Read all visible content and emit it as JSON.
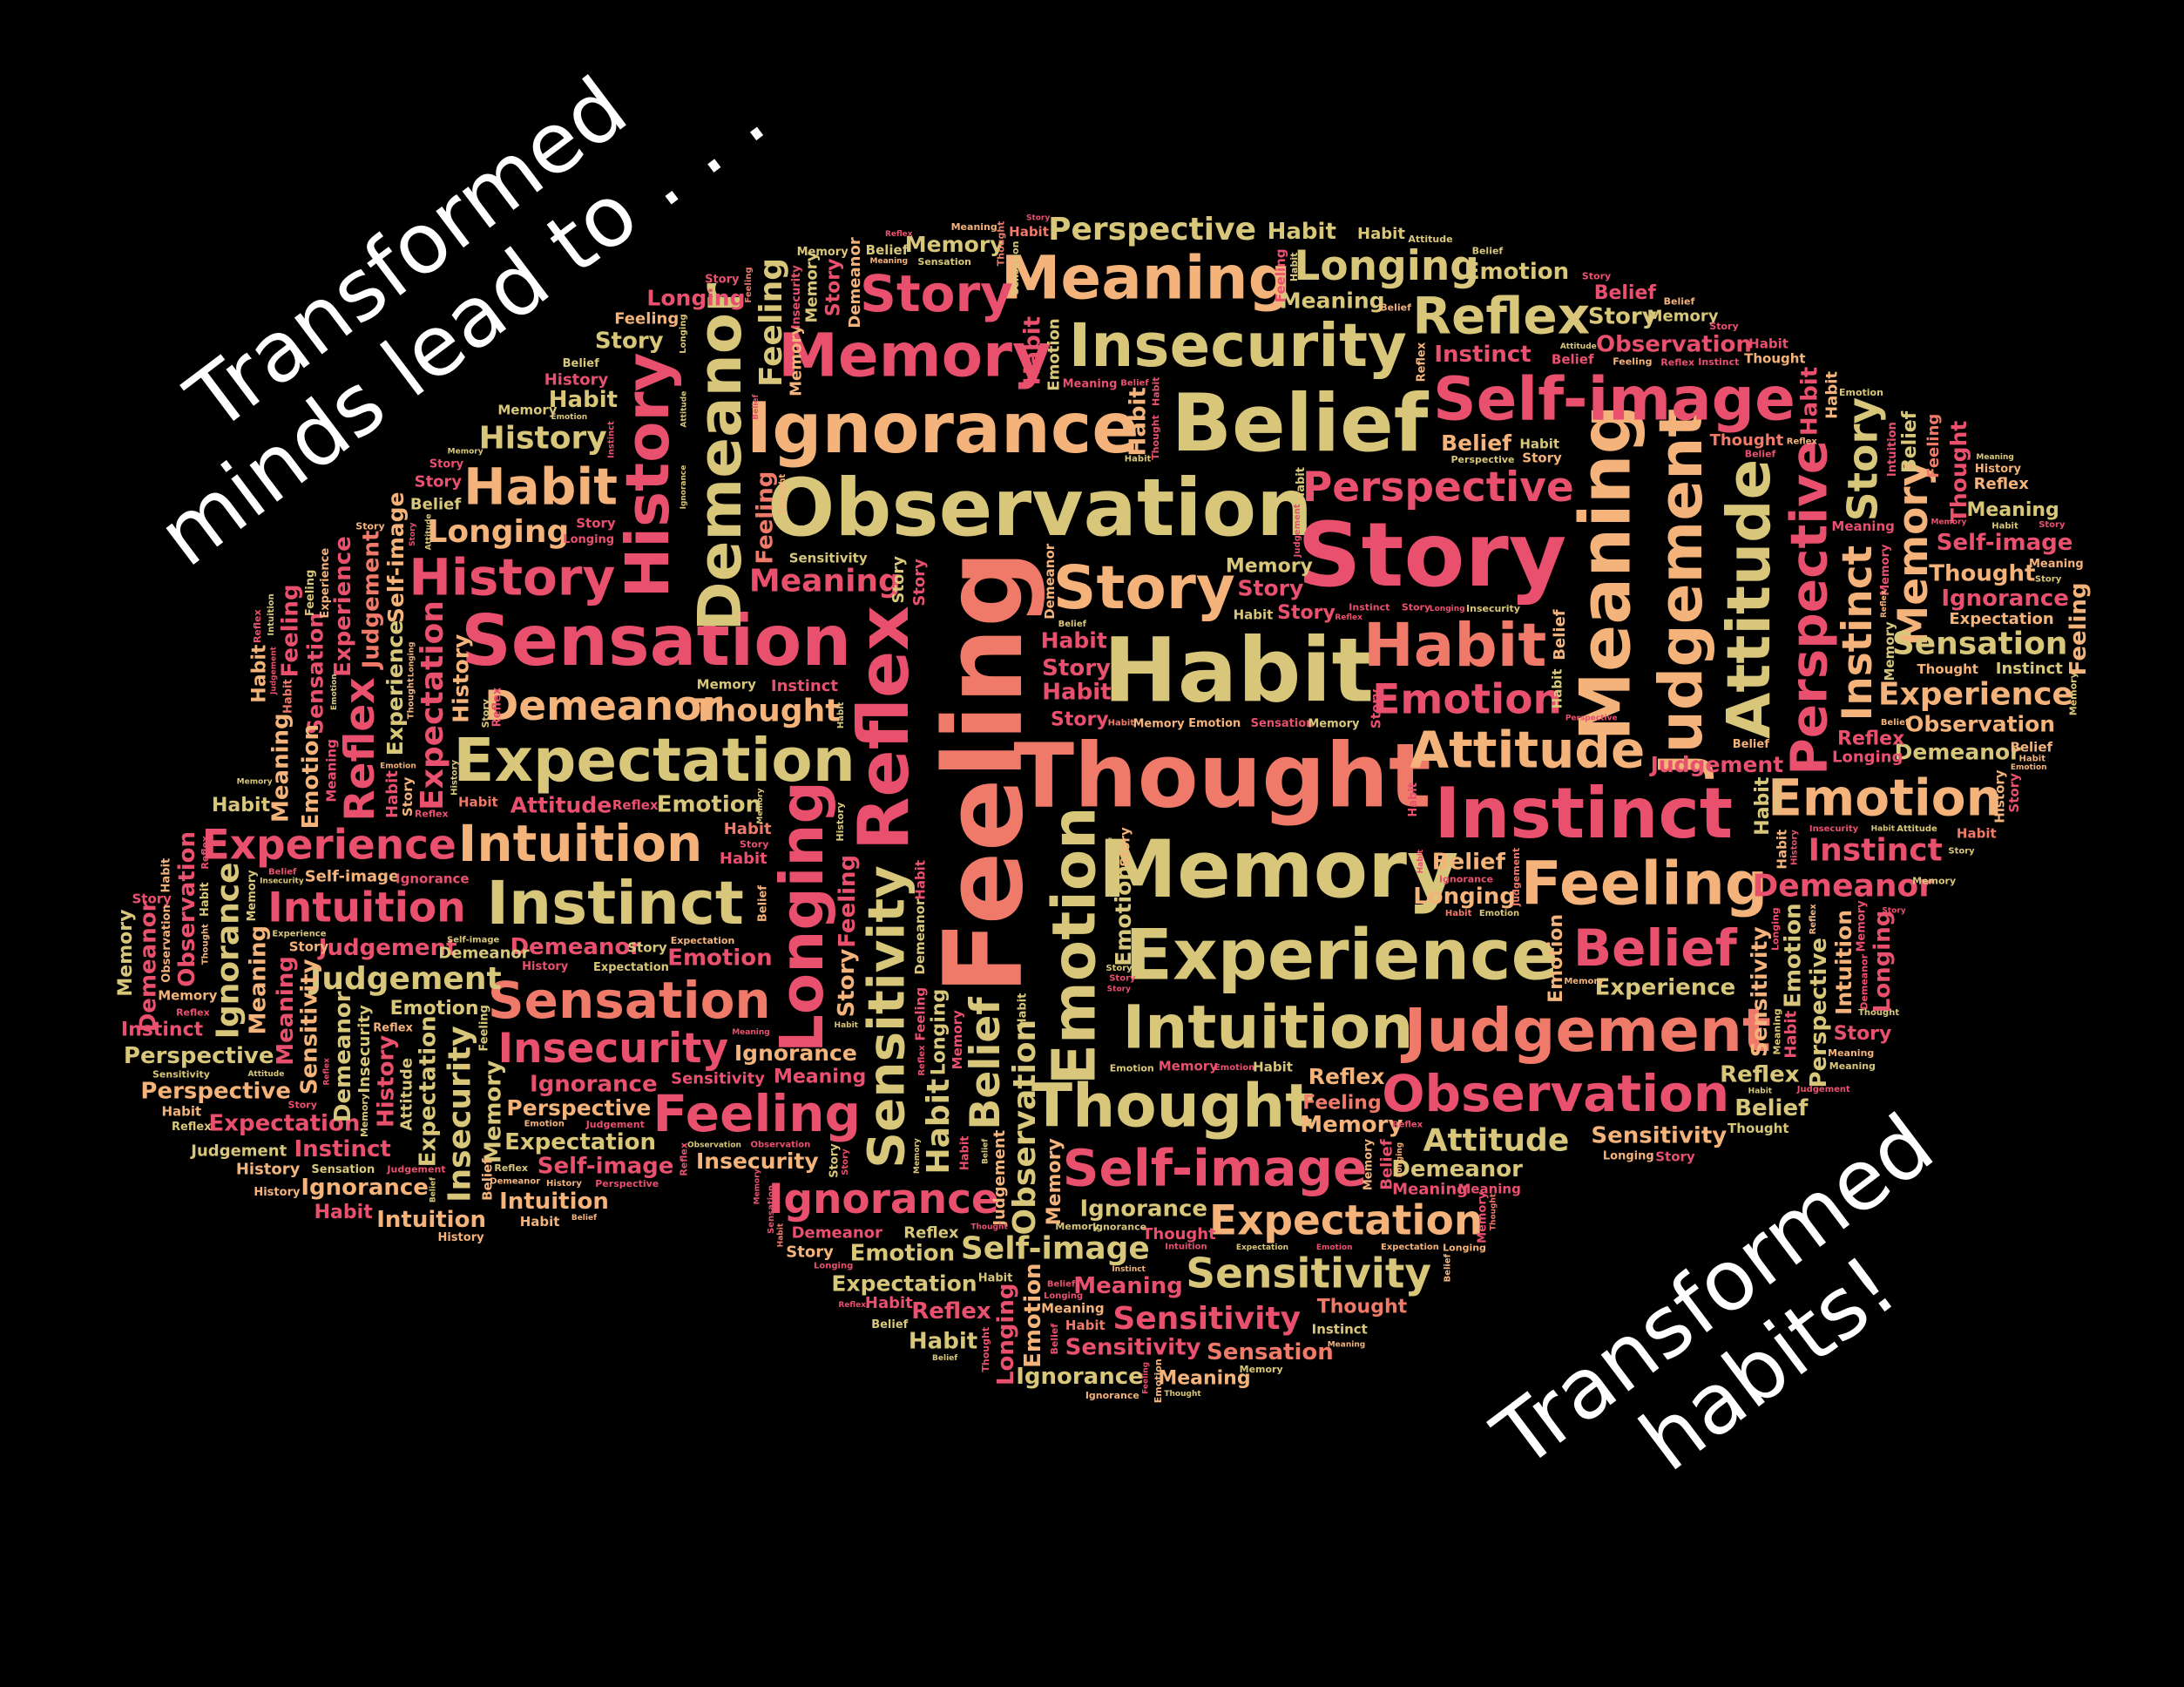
{
  "captions": {
    "top": {
      "line1": "Transformed",
      "line2": "minds lead to . . ."
    },
    "bottom": {
      "line1": "Transformed",
      "line2": "habits!"
    }
  },
  "colors": {
    "background": "#000000",
    "caption": "#ffffff",
    "palette": [
      "#f07a6a",
      "#e8506e",
      "#f3b37a",
      "#d8c77a",
      "#c9c27a",
      "#e86a6a"
    ]
  },
  "word_cloud": {
    "shape": "brain",
    "words": [
      {
        "text": "Feeling",
        "weight": 10,
        "color": "#f07a6a",
        "rotate": -90
      },
      {
        "text": "Observation",
        "weight": 7,
        "color": "#d8c77a",
        "rotate": 0
      },
      {
        "text": "Habit",
        "weight": 8,
        "color": "#d8c77a",
        "rotate": 0
      },
      {
        "text": "Thought",
        "weight": 8,
        "color": "#f07a6a",
        "rotate": 0
      },
      {
        "text": "Story",
        "weight": 8,
        "color": "#e8506e",
        "rotate": 0
      },
      {
        "text": "Memory",
        "weight": 7,
        "color": "#d8c77a",
        "rotate": 0
      },
      {
        "text": "Belief",
        "weight": 7,
        "color": "#d8c77a",
        "rotate": 0
      },
      {
        "text": "Reflex",
        "weight": 6,
        "color": "#e8506e",
        "rotate": -90
      },
      {
        "text": "Meaning",
        "weight": 6,
        "color": "#f3b37a",
        "rotate": -90
      },
      {
        "text": "Ignorance",
        "weight": 6,
        "color": "#f3b37a",
        "rotate": 0
      },
      {
        "text": "Instinct",
        "weight": 6,
        "color": "#e8506e",
        "rotate": 0
      },
      {
        "text": "Sensation",
        "weight": 6,
        "color": "#e8506e",
        "rotate": 0
      },
      {
        "text": "Experience",
        "weight": 6,
        "color": "#d8c77a",
        "rotate": 0
      },
      {
        "text": "Insecurity",
        "weight": 5,
        "color": "#d8c77a",
        "rotate": 0
      },
      {
        "text": "Feeling",
        "weight": 5,
        "color": "#f3b37a",
        "rotate": 0
      },
      {
        "text": "Story",
        "weight": 5,
        "color": "#f3b37a",
        "rotate": 0
      },
      {
        "text": "Habit",
        "weight": 5,
        "color": "#f07a6a",
        "rotate": 0
      },
      {
        "text": "Expectation",
        "weight": 5,
        "color": "#d8c77a",
        "rotate": 0
      },
      {
        "text": "Judgement",
        "weight": 5,
        "color": "#f3b37a",
        "rotate": -90
      },
      {
        "text": "Intuition",
        "weight": 5,
        "color": "#d8c77a",
        "rotate": 0
      },
      {
        "text": "Emotion",
        "weight": 5,
        "color": "#d8c77a",
        "rotate": -90
      },
      {
        "text": "History",
        "weight": 5,
        "color": "#e8506e",
        "rotate": -90
      },
      {
        "text": "Longing",
        "weight": 5,
        "color": "#e8506e",
        "rotate": -90
      },
      {
        "text": "Attitude",
        "weight": 5,
        "color": "#d8c77a",
        "rotate": -90
      },
      {
        "text": "Self-image",
        "weight": 5,
        "color": "#e8506e",
        "rotate": 0
      },
      {
        "text": "Demeanor",
        "weight": 5,
        "color": "#d8c77a",
        "rotate": -90
      },
      {
        "text": "Sensitivity",
        "weight": 4,
        "color": "#d8c77a",
        "rotate": -90
      },
      {
        "text": "Perspective",
        "weight": 4,
        "color": "#e8506e",
        "rotate": -90
      },
      {
        "text": "Meaning",
        "weight": 5,
        "color": "#f3b37a",
        "rotate": 0
      },
      {
        "text": "Instinct",
        "weight": 5,
        "color": "#d8c77a",
        "rotate": 0
      },
      {
        "text": "Thought",
        "weight": 5,
        "color": "#d8c77a",
        "rotate": 0
      },
      {
        "text": "Memory",
        "weight": 5,
        "color": "#e8506e",
        "rotate": 0
      },
      {
        "text": "Judgement",
        "weight": 5,
        "color": "#f07a6a",
        "rotate": 0
      },
      {
        "text": "Attitude",
        "weight": 4,
        "color": "#f3b37a",
        "rotate": 0
      },
      {
        "text": "Reflex",
        "weight": 4,
        "color": "#d8c77a",
        "rotate": 0
      },
      {
        "text": "Intuition",
        "weight": 4,
        "color": "#f3b37a",
        "rotate": 0
      },
      {
        "text": "Emotion",
        "weight": 4,
        "color": "#f3b37a",
        "rotate": 0
      },
      {
        "text": "Story",
        "weight": 4,
        "color": "#e8506e",
        "rotate": 0
      },
      {
        "text": "Belief",
        "weight": 4,
        "color": "#e8506e",
        "rotate": 0
      },
      {
        "text": "Habit",
        "weight": 4,
        "color": "#f3b37a",
        "rotate": 0
      },
      {
        "text": "Observation",
        "weight": 4,
        "color": "#e8506e",
        "rotate": 0
      },
      {
        "text": "Sensation",
        "weight": 4,
        "color": "#f07a6a",
        "rotate": 0
      },
      {
        "text": "Feeling",
        "weight": 4,
        "color": "#e8506e",
        "rotate": 0
      },
      {
        "text": "History",
        "weight": 4,
        "color": "#e8506e",
        "rotate": 0
      },
      {
        "text": "Self-image",
        "weight": 4,
        "color": "#e8506e",
        "rotate": 0
      },
      {
        "text": "Longing",
        "weight": 3,
        "color": "#d8c77a",
        "rotate": 0
      },
      {
        "text": "Demeanor",
        "weight": 3,
        "color": "#f3b37a",
        "rotate": 0
      },
      {
        "text": "Ignorance",
        "weight": 3,
        "color": "#e8506e",
        "rotate": 0
      },
      {
        "text": "Expectation",
        "weight": 3,
        "color": "#f3b37a",
        "rotate": 0
      },
      {
        "text": "Perspective",
        "weight": 3,
        "color": "#e8506e",
        "rotate": 0
      },
      {
        "text": "Sensitivity",
        "weight": 3,
        "color": "#d8c77a",
        "rotate": 0
      },
      {
        "text": "Experience",
        "weight": 3,
        "color": "#e8506e",
        "rotate": 0
      },
      {
        "text": "Insecurity",
        "weight": 3,
        "color": "#e8506e",
        "rotate": 0
      },
      {
        "text": "Instinct",
        "weight": 3,
        "color": "#f3b37a",
        "rotate": -90
      },
      {
        "text": "Memory",
        "weight": 3,
        "color": "#f3b37a",
        "rotate": -90
      },
      {
        "text": "Belief",
        "weight": 3,
        "color": "#d8c77a",
        "rotate": -90
      },
      {
        "text": "Story",
        "weight": 3,
        "color": "#d8c77a",
        "rotate": -90
      },
      {
        "text": "Emotion",
        "weight": 3,
        "color": "#e8506e",
        "rotate": 0
      },
      {
        "text": "Intuition",
        "weight": 3,
        "color": "#e8506e",
        "rotate": 0
      },
      {
        "text": "Reflex",
        "weight": 3,
        "color": "#e8506e",
        "rotate": -90
      },
      {
        "text": "Attitude",
        "weight": 2,
        "color": "#d8c77a",
        "rotate": 0
      },
      {
        "text": "Habit",
        "weight": 2,
        "color": "#d8c77a",
        "rotate": -90
      },
      {
        "text": "Thought",
        "weight": 2,
        "color": "#f3b37a",
        "rotate": 0
      },
      {
        "text": "Meaning",
        "weight": 2,
        "color": "#e8506e",
        "rotate": 0
      },
      {
        "text": "Judgement",
        "weight": 2,
        "color": "#d8c77a",
        "rotate": 0
      },
      {
        "text": "Longing",
        "weight": 2,
        "color": "#f3b37a",
        "rotate": 0
      },
      {
        "text": "History",
        "weight": 2,
        "color": "#d8c77a",
        "rotate": 0
      },
      {
        "text": "Sensation",
        "weight": 2,
        "color": "#d8c77a",
        "rotate": 0
      },
      {
        "text": "Observation",
        "weight": 2,
        "color": "#d8c77a",
        "rotate": -90
      },
      {
        "text": "Self-image",
        "weight": 2,
        "color": "#d8c77a",
        "rotate": 0
      },
      {
        "text": "Expectation",
        "weight": 2,
        "color": "#e8506e",
        "rotate": -90
      },
      {
        "text": "Perspective",
        "weight": 2,
        "color": "#d8c77a",
        "rotate": 0
      },
      {
        "text": "Sensitivity",
        "weight": 2,
        "color": "#e8506e",
        "rotate": 0
      },
      {
        "text": "Demeanor",
        "weight": 2,
        "color": "#e8506e",
        "rotate": 0
      },
      {
        "text": "Ignorance",
        "weight": 2,
        "color": "#d8c77a",
        "rotate": -90
      },
      {
        "text": "Insecurity",
        "weight": 2,
        "color": "#d8c77a",
        "rotate": -90
      },
      {
        "text": "Experience",
        "weight": 2,
        "color": "#f3b37a",
        "rotate": 0
      },
      {
        "text": "Feeling",
        "weight": 2,
        "color": "#d8c77a",
        "rotate": -90
      },
      {
        "text": "Instinct",
        "weight": 2,
        "color": "#e8506e",
        "rotate": 0
      },
      {
        "text": "Belief",
        "weight": 1,
        "color": "#f3b37a",
        "rotate": 0
      },
      {
        "text": "Story",
        "weight": 1,
        "color": "#e8506e",
        "rotate": 0
      },
      {
        "text": "Memory",
        "weight": 1,
        "color": "#d8c77a",
        "rotate": 0
      },
      {
        "text": "Habit",
        "weight": 1,
        "color": "#e8506e",
        "rotate": 0
      },
      {
        "text": "Emotion",
        "weight": 1,
        "color": "#d8c77a",
        "rotate": -90
      },
      {
        "text": "Reflex",
        "weight": 1,
        "color": "#f3b37a",
        "rotate": 0
      },
      {
        "text": "Thought",
        "weight": 1,
        "color": "#e8506e",
        "rotate": -90
      },
      {
        "text": "Meaning",
        "weight": 1,
        "color": "#d8c77a",
        "rotate": 0
      },
      {
        "text": "Attitude",
        "weight": 1,
        "color": "#e8506e",
        "rotate": 0
      },
      {
        "text": "Intuition",
        "weight": 1,
        "color": "#f3b37a",
        "rotate": -90
      },
      {
        "text": "Longing",
        "weight": 1,
        "color": "#e8506e",
        "rotate": 0
      },
      {
        "text": "History",
        "weight": 1,
        "color": "#f3b37a",
        "rotate": -90
      },
      {
        "text": "Judgement",
        "weight": 1,
        "color": "#e8506e",
        "rotate": 0
      },
      {
        "text": "Sensation",
        "weight": 1,
        "color": "#e8506e",
        "rotate": -90
      },
      {
        "text": "Observation",
        "weight": 1,
        "color": "#f3b37a",
        "rotate": 0
      },
      {
        "text": "Self-image",
        "weight": 1,
        "color": "#f3b37a",
        "rotate": -90
      },
      {
        "text": "Expectation",
        "weight": 1,
        "color": "#d8c77a",
        "rotate": 0
      },
      {
        "text": "Perspective",
        "weight": 1,
        "color": "#f3b37a",
        "rotate": 0
      },
      {
        "text": "Sensitivity",
        "weight": 1,
        "color": "#f3b37a",
        "rotate": -90
      },
      {
        "text": "Demeanor",
        "weight": 1,
        "color": "#d8c77a",
        "rotate": 0
      },
      {
        "text": "Ignorance",
        "weight": 1,
        "color": "#f3b37a",
        "rotate": 0
      },
      {
        "text": "Insecurity",
        "weight": 1,
        "color": "#f3b37a",
        "rotate": 0
      },
      {
        "text": "Experience",
        "weight": 1,
        "color": "#d8c77a",
        "rotate": -90
      }
    ]
  }
}
